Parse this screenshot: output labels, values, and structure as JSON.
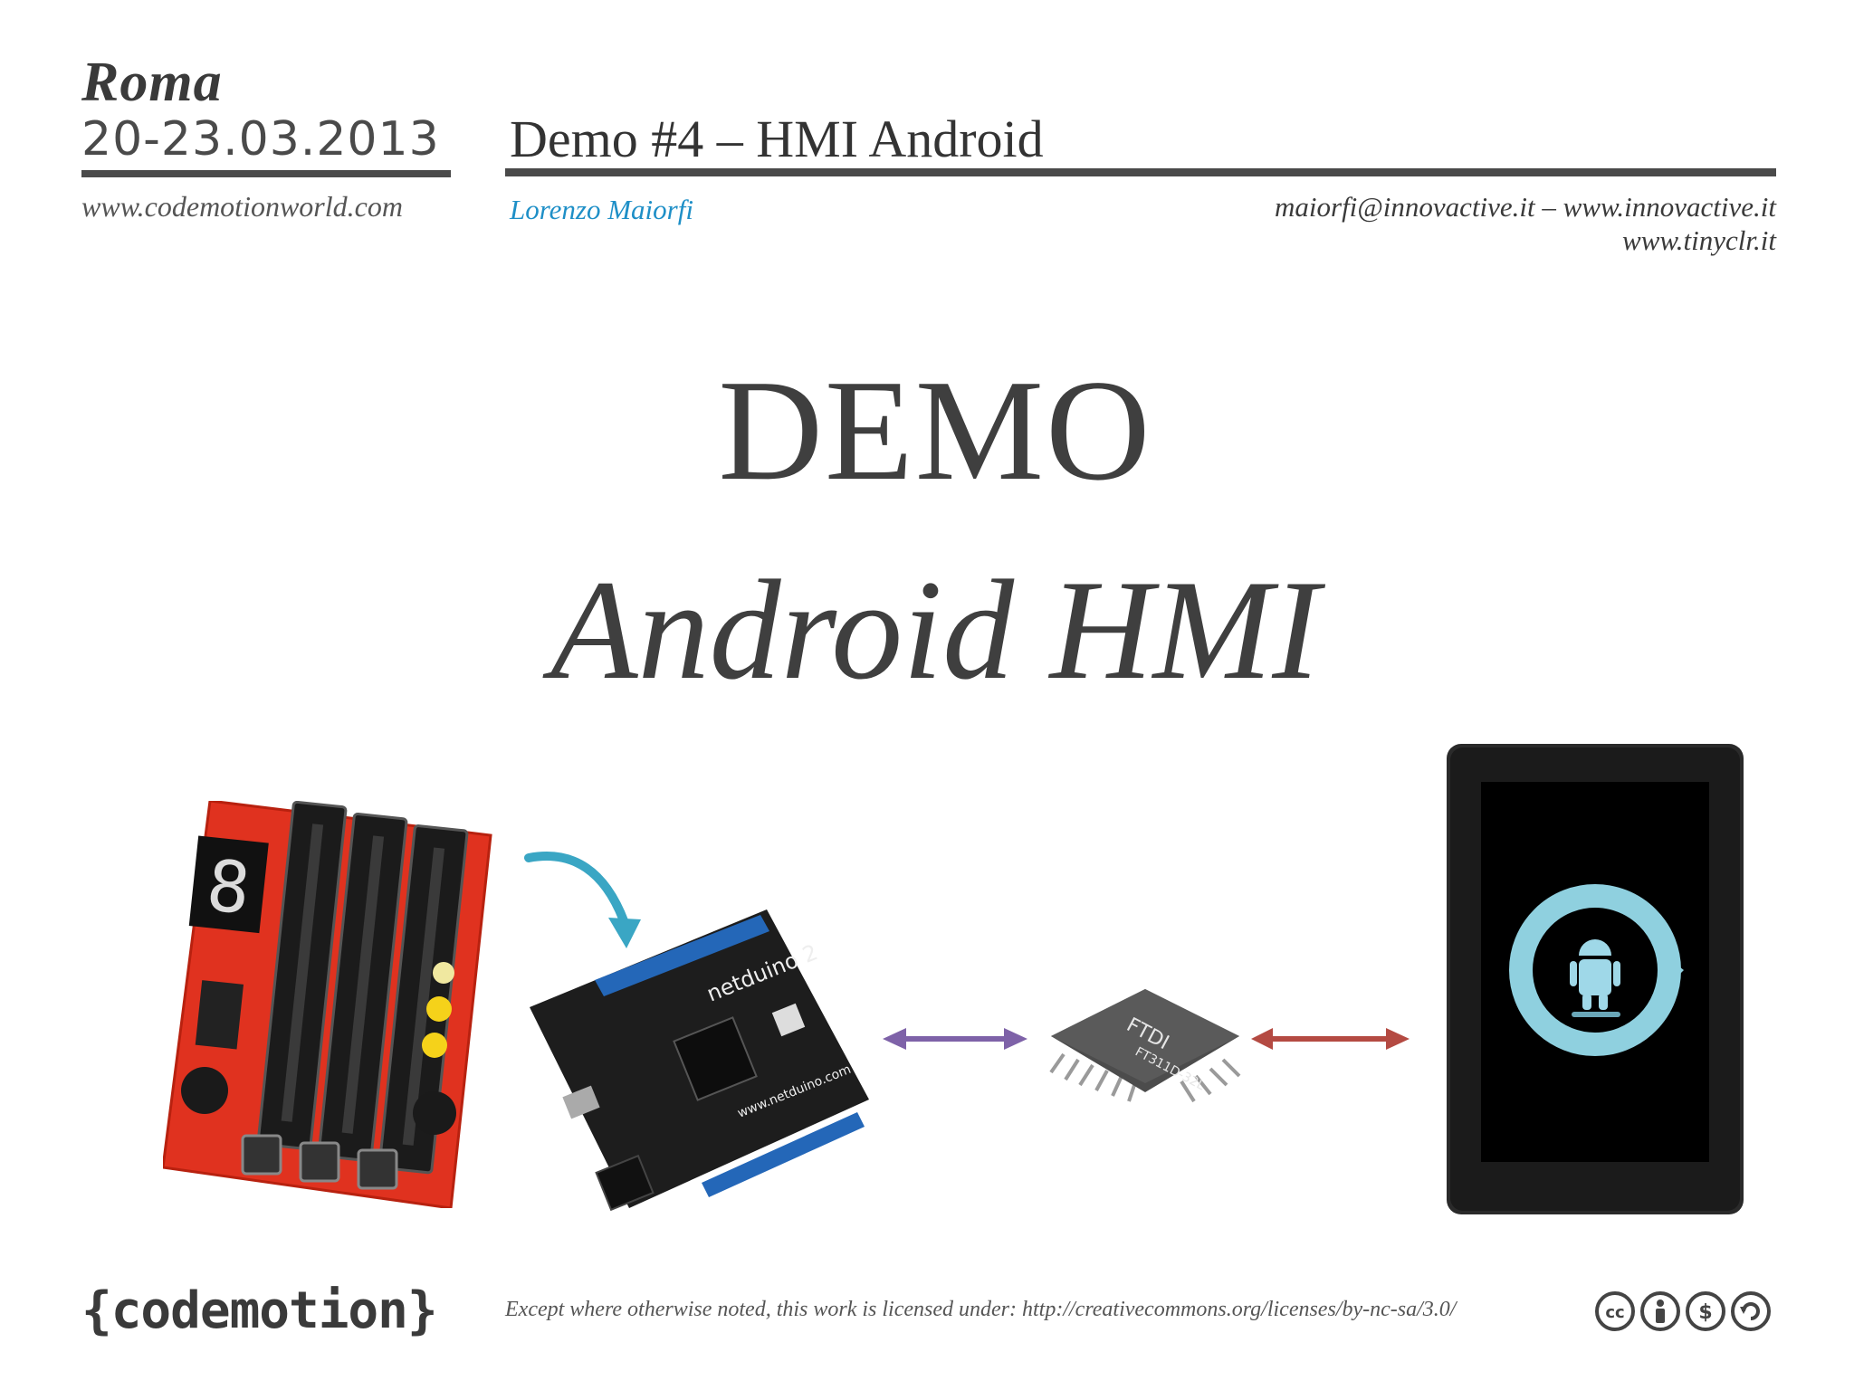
{
  "event": {
    "city": "Roma",
    "dates": "20-23.03.2013",
    "website": "www.codemotionworld.com"
  },
  "slide": {
    "title": "Demo #4 – HMI Android",
    "author": "Lorenzo Maiorfi",
    "contact_line1": "maiorfi@innovactive.it – www.innovactive.it",
    "contact_line2": "www.tinyclr.it",
    "main_title": "DEMO",
    "subtitle": "Android HMI"
  },
  "illustrations": {
    "board_digit": "8",
    "netduino_label": "netduino 2",
    "netduino_url": "www.netduino.com",
    "chip_brand": "FTDI",
    "chip_part": "FT311D-32L",
    "arrow_colors": {
      "curved": "#3aa6c4",
      "purple": "#7e62a8",
      "red": "#b44a42"
    },
    "board_color": "#e0321f"
  },
  "footer": {
    "logo": "{codemotion}",
    "license": "Except where otherwise noted, this work is licensed under: http://creativecommons.org/licenses/by-nc-sa/3.0/",
    "cc_icons": [
      "cc-icon",
      "by-icon",
      "nc-icon",
      "sa-icon"
    ]
  }
}
